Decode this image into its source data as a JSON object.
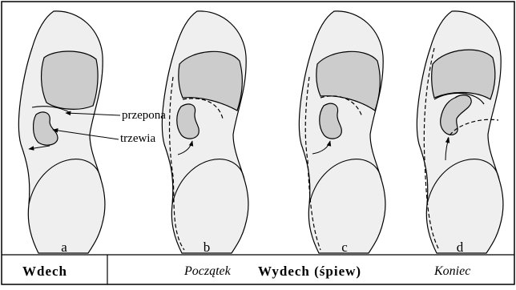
{
  "figure": {
    "callouts": {
      "diaphragm": "przepona",
      "viscera": "trzewia"
    },
    "panels": [
      {
        "letter": "a"
      },
      {
        "letter": "b"
      },
      {
        "letter": "c"
      },
      {
        "letter": "d"
      }
    ],
    "phases": {
      "inhale": "Wdech",
      "start": "Początek",
      "exhale": "Wydech (śpiew)",
      "end": "Koniec"
    },
    "colors": {
      "body_fill": "#efefef",
      "organ_fill": "#cccccc",
      "stroke": "#000000"
    }
  }
}
